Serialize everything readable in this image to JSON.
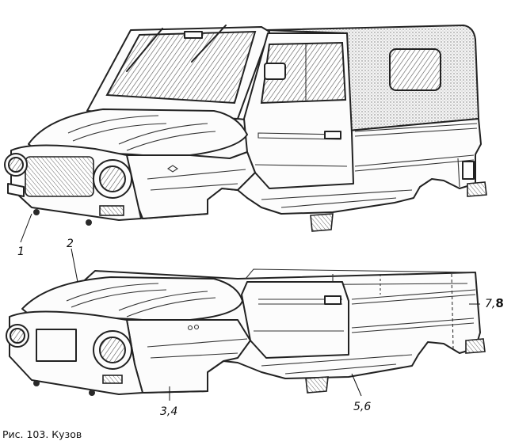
{
  "caption": "Рис. 103. Кузов",
  "callouts": {
    "c1": "1",
    "c2": "2",
    "c34": "3,4",
    "c56": "5,6",
    "c78_prefix": "7,",
    "c78_bold": "8"
  },
  "colors": {
    "ink": "#222222",
    "paper": "#ffffff"
  }
}
